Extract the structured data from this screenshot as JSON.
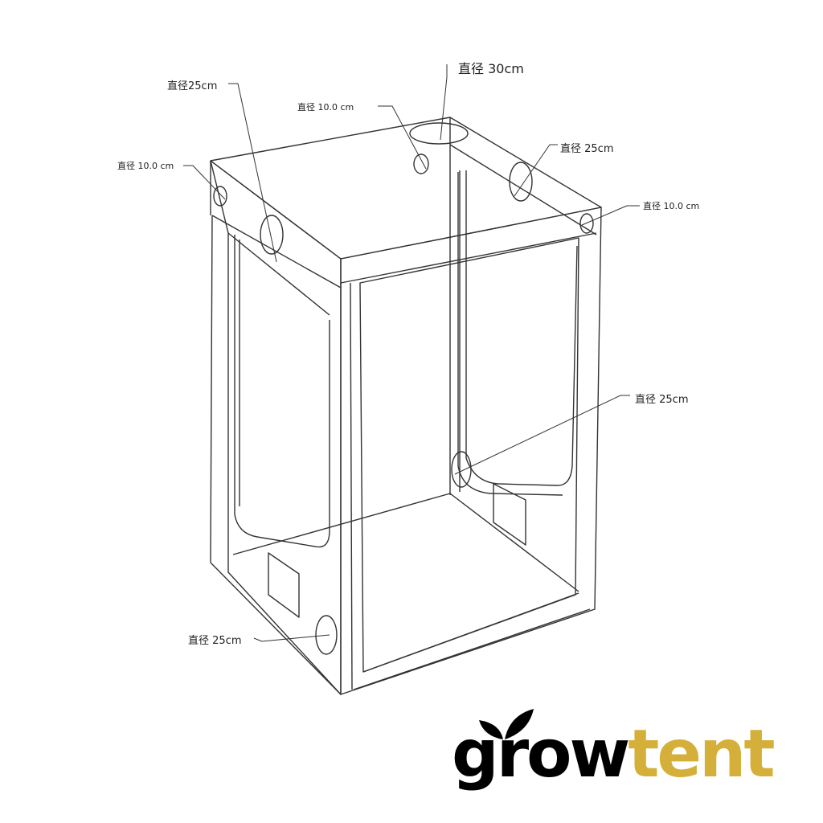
{
  "labels": {
    "top_port": "直径 30cm",
    "top_small": "直径 10.0 cm",
    "left_upper_large": "直径25cm",
    "left_upper_small": "直径 10.0 cm",
    "right_upper_large": "直径 25cm",
    "right_upper_small": "直径 10.0 cm",
    "right_lower": "直径 25cm",
    "left_lower": "直径 25cm"
  },
  "logo": {
    "grow": "grow",
    "tent": "tent",
    "colors": {
      "grow": "#000000",
      "tent": "#d4b03a"
    },
    "icon": "leaf-sprout-icon"
  }
}
